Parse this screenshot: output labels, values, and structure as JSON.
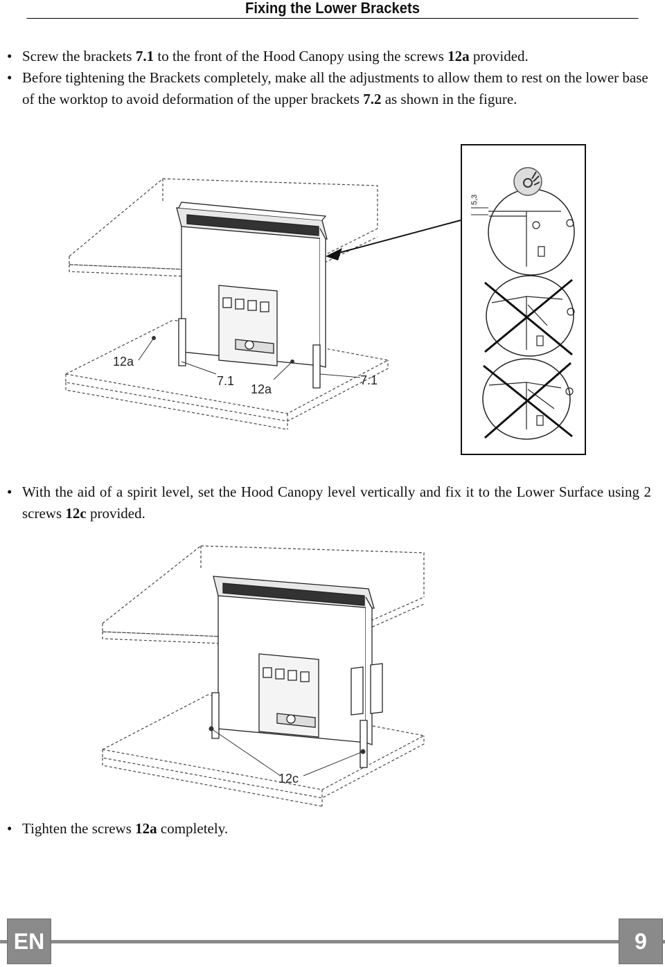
{
  "header": {
    "title": "Fixing the Lower Brackets"
  },
  "steps": [
    {
      "pre": "Screw the brackets ",
      "b1": "7.1",
      "mid": " to the front of the Hood Canopy using the screws ",
      "b2": "12a",
      "post": " provided."
    },
    {
      "pre": "Before tightening the Brackets completely, make all the adjustments to allow them to rest on the lower base of the worktop to avoid deformation of the upper brackets ",
      "b1": "7.2",
      "post": " as shown in the figure."
    },
    {
      "pre": "With the aid of a spirit level, set the Hood Canopy level vertically and fix it to the Lower Surface using 2 screws ",
      "b1": "12c",
      "post": " provided."
    },
    {
      "pre": "Tighten the screws ",
      "b1": "12a",
      "post": " completely."
    }
  ],
  "bullet": "•",
  "figure1": {
    "label_12a_left": "12a",
    "label_71_left": "7.1",
    "label_12a_mid": "12a",
    "label_71_right": "7.1",
    "dim": "5,3"
  },
  "figure2": {
    "label_12c": "12c"
  },
  "footer": {
    "lang": "EN",
    "page": "9"
  }
}
